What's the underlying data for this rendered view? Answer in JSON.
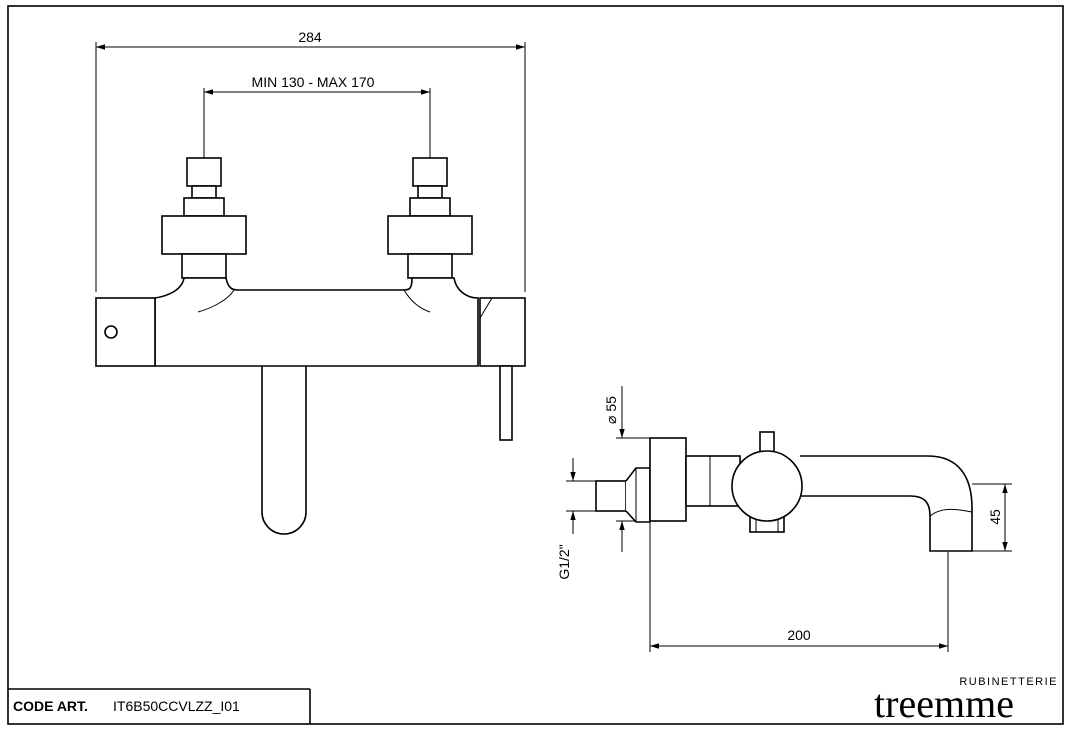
{
  "dimensions": {
    "overall_width": "284",
    "inlet_spacing": "MIN 130 - MAX 170",
    "body_diameter": "⌀ 55",
    "thread": "G1/2\"",
    "spout_height": "45",
    "spout_projection": "200"
  },
  "title_block": {
    "code_label": "CODE ART.",
    "code_value": "IT6B50CCVLZZ_I01"
  },
  "brand": {
    "sub": "RUBINETTERIE",
    "name": "treemme"
  }
}
